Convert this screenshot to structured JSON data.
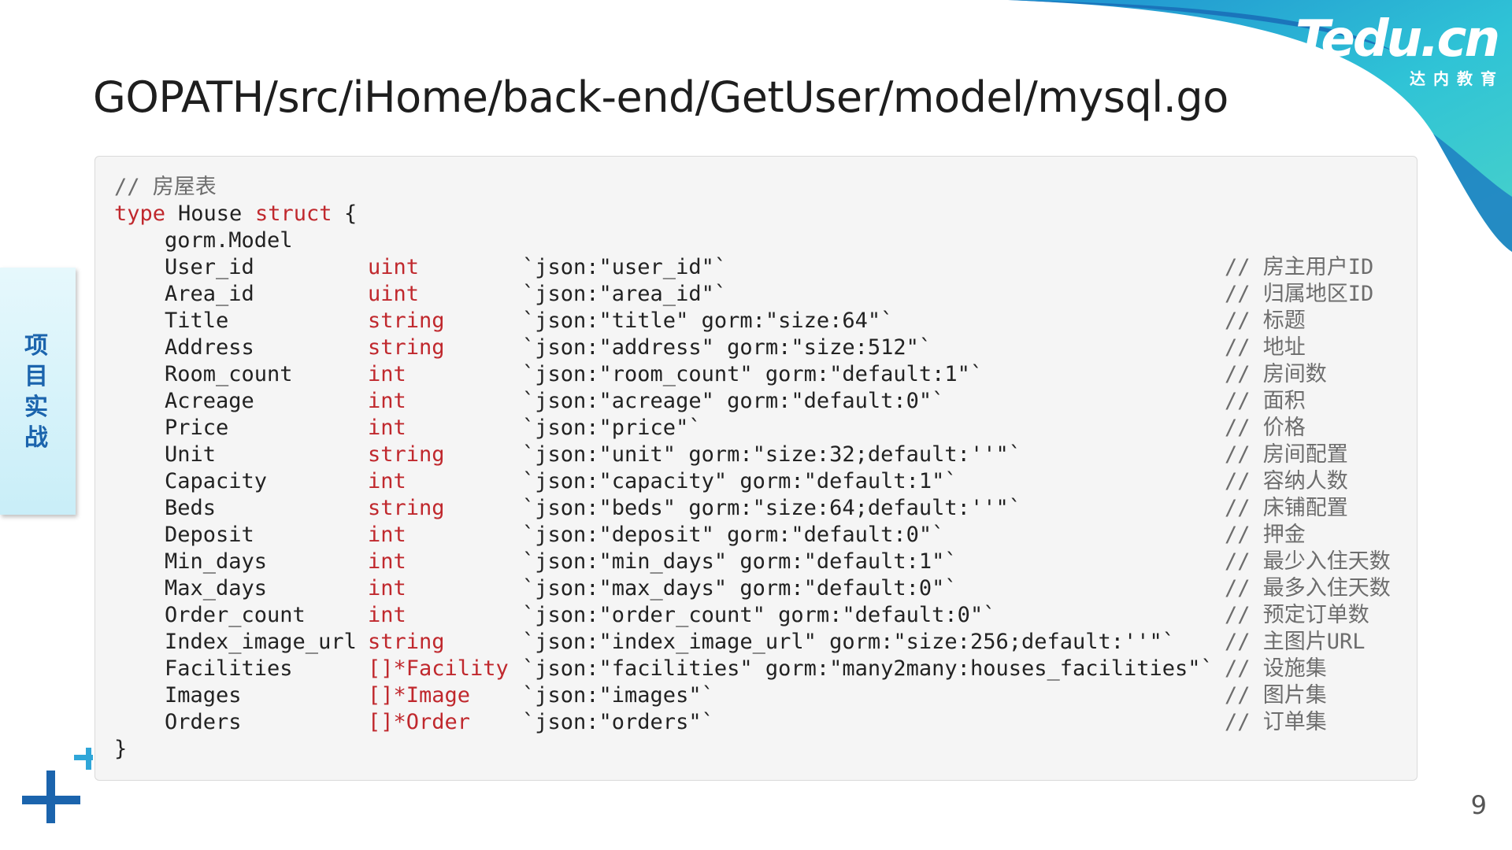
{
  "title": "GOPATH/src/iHome/back-end/GetUser/model/mysql.go",
  "brand": {
    "logo": "Tedu.cn",
    "tagline": "达内教育",
    "accent": "#2fc3d6",
    "accent_dark": "#1b64ad"
  },
  "side_tab": {
    "label": "项目实战"
  },
  "page_number": "9",
  "code": {
    "header_comment": "// 房屋表",
    "struct_keyword_type": "type",
    "struct_name": "House",
    "struct_keyword_struct": "struct",
    "open_brace": "{",
    "embedded": "gorm.Model",
    "close_brace": "}",
    "fields": [
      {
        "name": "User_id",
        "type": "uint",
        "tag": "`json:\"user_id\"`",
        "comment": "// 房主用户ID"
      },
      {
        "name": "Area_id",
        "type": "uint",
        "tag": "`json:\"area_id\"`",
        "comment": "// 归属地区ID"
      },
      {
        "name": "Title",
        "type": "string",
        "tag": "`json:\"title\" gorm:\"size:64\"`",
        "comment": "// 标题"
      },
      {
        "name": "Address",
        "type": "string",
        "tag": "`json:\"address\" gorm:\"size:512\"`",
        "comment": "// 地址"
      },
      {
        "name": "Room_count",
        "type": "int",
        "tag": "`json:\"room_count\" gorm:\"default:1\"`",
        "comment": "// 房间数"
      },
      {
        "name": "Acreage",
        "type": "int",
        "tag": "`json:\"acreage\" gorm:\"default:0\"`",
        "comment": "// 面积"
      },
      {
        "name": "Price",
        "type": "int",
        "tag": "`json:\"price\"`",
        "comment": "// 价格"
      },
      {
        "name": "Unit",
        "type": "string",
        "tag": "`json:\"unit\" gorm:\"size:32;default:''\"`",
        "comment": "// 房间配置"
      },
      {
        "name": "Capacity",
        "type": "int",
        "tag": "`json:\"capacity\" gorm:\"default:1\"`",
        "comment": "// 容纳人数"
      },
      {
        "name": "Beds",
        "type": "string",
        "tag": "`json:\"beds\" gorm:\"size:64;default:''\"`",
        "comment": "// 床铺配置"
      },
      {
        "name": "Deposit",
        "type": "int",
        "tag": "`json:\"deposit\" gorm:\"default:0\"`",
        "comment": "// 押金"
      },
      {
        "name": "Min_days",
        "type": "int",
        "tag": "`json:\"min_days\" gorm:\"default:1\"`",
        "comment": "// 最少入住天数"
      },
      {
        "name": "Max_days",
        "type": "int",
        "tag": "`json:\"max_days\" gorm:\"default:0\"`",
        "comment": "// 最多入住天数"
      },
      {
        "name": "Order_count",
        "type": "int",
        "tag": "`json:\"order_count\" gorm:\"default:0\"`",
        "comment": "// 预定订单数"
      },
      {
        "name": "Index_image_url",
        "type": "string",
        "tag": "`json:\"index_image_url\" gorm:\"size:256;default:''\"`",
        "comment": "// 主图片URL"
      },
      {
        "name": "Facilities",
        "type": "[]*Facility",
        "tag": "`json:\"facilities\" gorm:\"many2many:houses_facilities\"`",
        "comment": "// 设施集"
      },
      {
        "name": "Images",
        "type": "[]*Image",
        "tag": "`json:\"images\"`",
        "comment": "// 图片集"
      },
      {
        "name": "Orders",
        "type": "[]*Order",
        "tag": "`json:\"orders\"`",
        "comment": "// 订单集"
      }
    ]
  }
}
